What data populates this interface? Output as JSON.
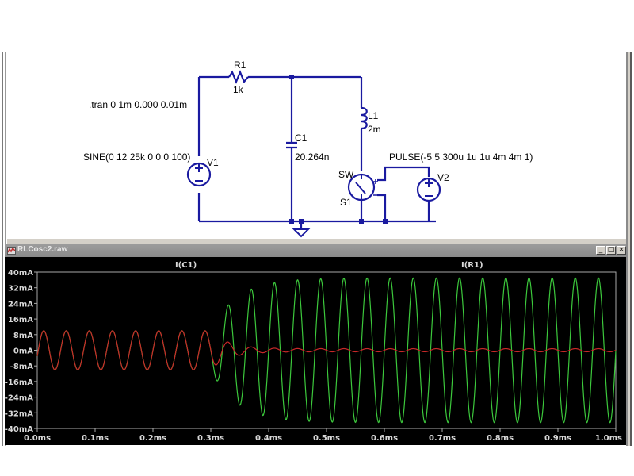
{
  "schematic": {
    "directive": ".tran 0 1m 0.000 0.01m",
    "components": {
      "R1": {
        "name": "R1",
        "value": "1k"
      },
      "C1": {
        "name": "C1",
        "value": "20.264n"
      },
      "L1": {
        "name": "L1",
        "value": "2m"
      },
      "V1": {
        "name": "V1",
        "value": "SINE(0 12 25k 0 0 0 100)"
      },
      "V2": {
        "name": "V2",
        "value": "PULSE(-5 5 300u 1u 1u 4m 4m 1)"
      },
      "S1": {
        "name": "S1",
        "model": "SW"
      }
    },
    "wire_color": "#1a1aa0"
  },
  "waveform_window": {
    "title": "RLCosc2.raw",
    "buttons": {
      "minimize": "_",
      "maximize": "□",
      "close": "×"
    }
  },
  "chart_data": {
    "type": "line",
    "title": "",
    "xlabel": "",
    "ylabel": "",
    "xlim": [
      0.0,
      1.0
    ],
    "ylim": [
      -40,
      40
    ],
    "x_unit": "ms",
    "y_unit": "mA",
    "grid": false,
    "x_ticks": [
      "0.0ms",
      "0.1ms",
      "0.2ms",
      "0.3ms",
      "0.4ms",
      "0.5ms",
      "0.6ms",
      "0.7ms",
      "0.8ms",
      "0.9ms",
      "1.0ms"
    ],
    "y_ticks": [
      "40mA",
      "32mA",
      "24mA",
      "16mA",
      "8mA",
      "0mA",
      "-8mA",
      "-16mA",
      "-24mA",
      "-32mA",
      "-40mA"
    ],
    "legend_placement": "top",
    "series": [
      {
        "name": "I(C1)",
        "color": "#3cc83c",
        "frequency_khz": 25,
        "description": "follows I(R1) (~10mA amplitude) until switch closes at 0.3ms, then rings up to ~37mA amplitude",
        "amplitude_before_ma": 10,
        "switch_time_ms": 0.3,
        "steady_amplitude_ma": 37,
        "peaks_ma": [
          {
            "t": 0.32,
            "v": -12
          },
          {
            "t": 0.34,
            "v": 20
          },
          {
            "t": 0.36,
            "v": -28
          },
          {
            "t": 0.38,
            "v": 28
          },
          {
            "t": 0.4,
            "v": -35
          },
          {
            "t": 0.42,
            "v": 34
          },
          {
            "t": 0.5,
            "v": 36
          },
          {
            "t": 0.6,
            "v": 37
          },
          {
            "t": 1.0,
            "v": 37
          }
        ]
      },
      {
        "name": "I(R1)",
        "color": "#c82828",
        "frequency_khz": 25,
        "description": "~10mA amplitude sine until 0.3ms, then decays to near 0mA",
        "amplitude_before_ma": 10,
        "switch_time_ms": 0.3,
        "steady_amplitude_ma": 0.8,
        "peaks_ma": [
          {
            "t": 0.01,
            "v": 9
          },
          {
            "t": 0.03,
            "v": -10
          },
          {
            "t": 0.31,
            "v": -11
          },
          {
            "t": 0.33,
            "v": 7
          },
          {
            "t": 0.35,
            "v": -4
          },
          {
            "t": 0.37,
            "v": 2.5
          },
          {
            "t": 0.4,
            "v": -1.5
          },
          {
            "t": 0.5,
            "v": 0.8
          },
          {
            "t": 1.0,
            "v": 0.8
          }
        ]
      }
    ]
  }
}
